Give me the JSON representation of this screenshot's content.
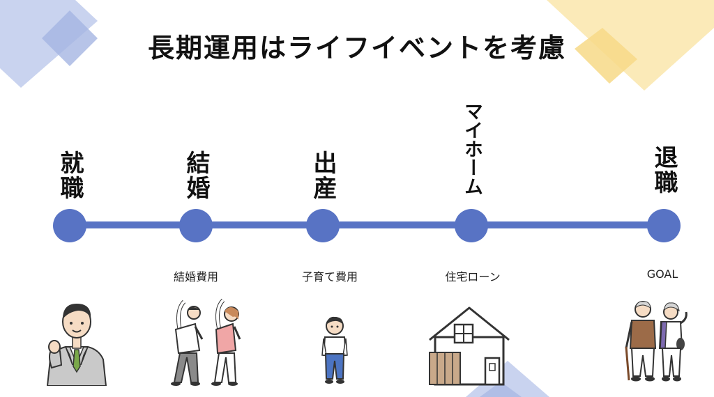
{
  "title": "長期運用はライフイベントを考慮",
  "colors": {
    "accent": "#5873c4",
    "deco_blue": "#c7d2ee",
    "deco_yellow": "#fbe6a8"
  },
  "events": [
    {
      "label": "就職",
      "cost": ""
    },
    {
      "label": "結婚",
      "cost": "結婚費用"
    },
    {
      "label": "出産",
      "cost": "子育て費用"
    },
    {
      "label": "マイホーム",
      "cost": "住宅ローン"
    },
    {
      "label": "退職",
      "cost": "GOAL"
    }
  ],
  "illustrations": [
    "businessman-icon",
    "stretching-couple-icon",
    "child-icon",
    "house-icon",
    "elderly-couple-icon"
  ]
}
